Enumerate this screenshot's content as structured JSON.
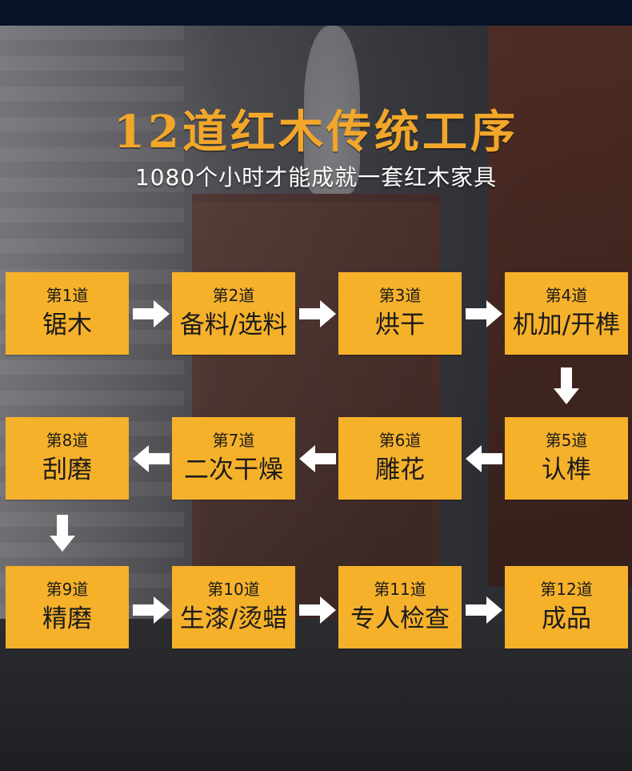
{
  "header": {
    "title": "12道红木传统工序",
    "subtitle": "1080个小时才能成就一套红木家具"
  },
  "steps": [
    {
      "label": "第1道",
      "name": "锯木"
    },
    {
      "label": "第2道",
      "name": "备料/选料"
    },
    {
      "label": "第3道",
      "name": "烘干"
    },
    {
      "label": "第4道",
      "name": "机加/开榫"
    },
    {
      "label": "第5道",
      "name": "认榫"
    },
    {
      "label": "第6道",
      "name": "雕花"
    },
    {
      "label": "第7道",
      "name": "二次干燥"
    },
    {
      "label": "第8道",
      "name": "刮磨"
    },
    {
      "label": "第9道",
      "name": "精磨"
    },
    {
      "label": "第10道",
      "name": "生漆/烫蜡"
    },
    {
      "label": "第11道",
      "name": "专人检查"
    },
    {
      "label": "第12道",
      "name": "成品"
    }
  ],
  "colors": {
    "accent": "#f6b12b",
    "title": "#f2a72a",
    "background": "#2f3035",
    "text": "#ffffff",
    "topbar": "#081127"
  },
  "icons": {
    "right": "arrow-right-icon",
    "left": "arrow-left-icon",
    "down": "arrow-down-icon"
  }
}
